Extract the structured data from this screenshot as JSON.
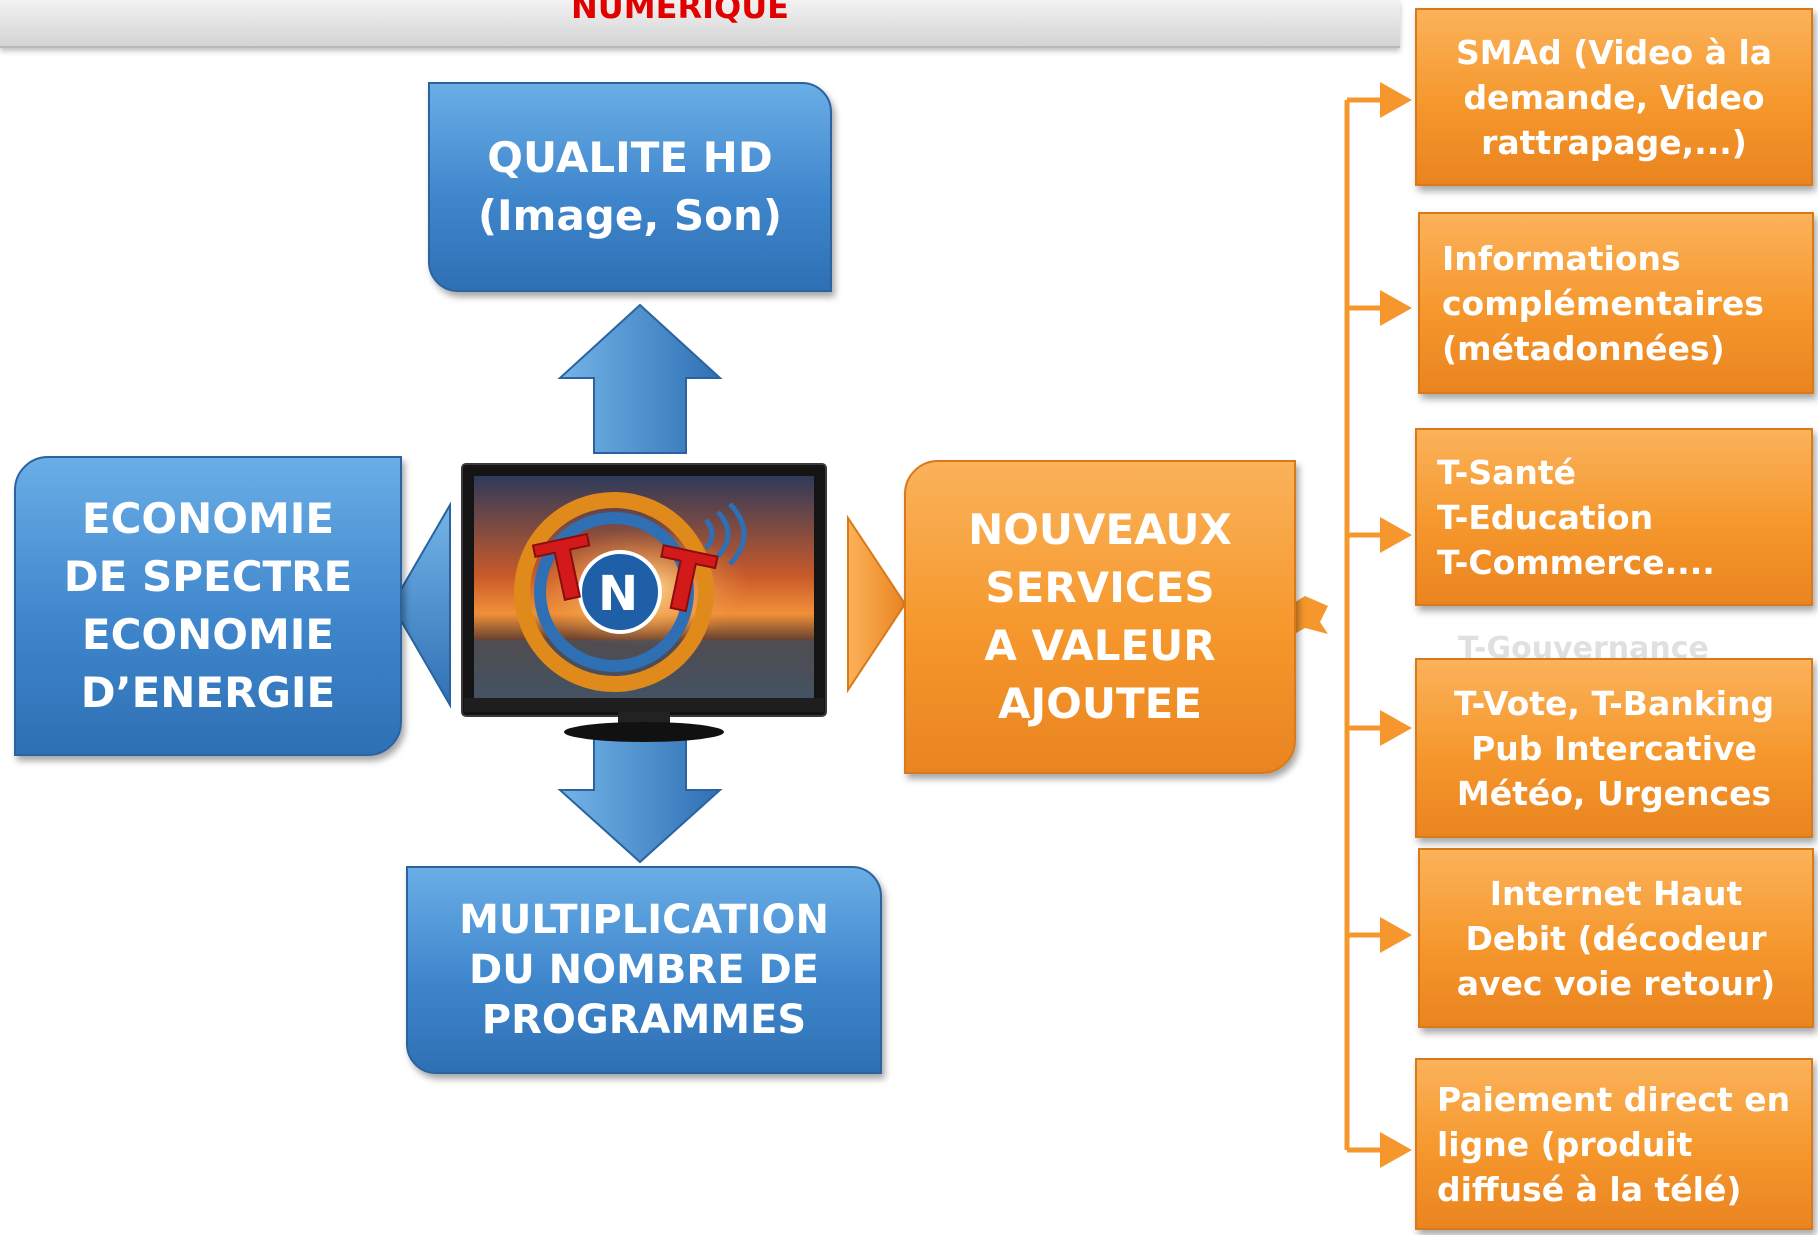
{
  "title": "NUMERIQUE",
  "center_logo": "TNT",
  "hub_blocks": {
    "top": [
      "QUALITE HD",
      "(Image, Son)"
    ],
    "left": [
      "ECONOMIE",
      "DE SPECTRE",
      "ECONOMIE",
      "D’ENERGIE"
    ],
    "bottom": [
      "MULTIPLICATION",
      "DU NOMBRE DE",
      "PROGRAMMES"
    ],
    "right": [
      "NOUVEAUX",
      "SERVICES",
      "A VALEUR",
      "AJOUTEE"
    ]
  },
  "services": [
    [
      "SMAd (Video à la",
      "demande, Video",
      "rattrapage,...)"
    ],
    [
      "Informations",
      "complémentaires",
      "(métadonnées)"
    ],
    [
      "T-Santé",
      "T-Education",
      "T-Commerce...."
    ],
    [
      "T-Vote, T-Banking",
      "Pub Intercative",
      "Météo, Urgences"
    ],
    [
      "Internet Haut",
      "Debit (décodeur",
      "avec voie retour)"
    ],
    [
      "Paiement direct en",
      "ligne (produit",
      "diffusé à la télé)"
    ]
  ],
  "faded_text": "T-Gouvernance",
  "colors": {
    "blue": "#3f86cc",
    "orange": "#f5972c",
    "title_red": "#e00000"
  }
}
